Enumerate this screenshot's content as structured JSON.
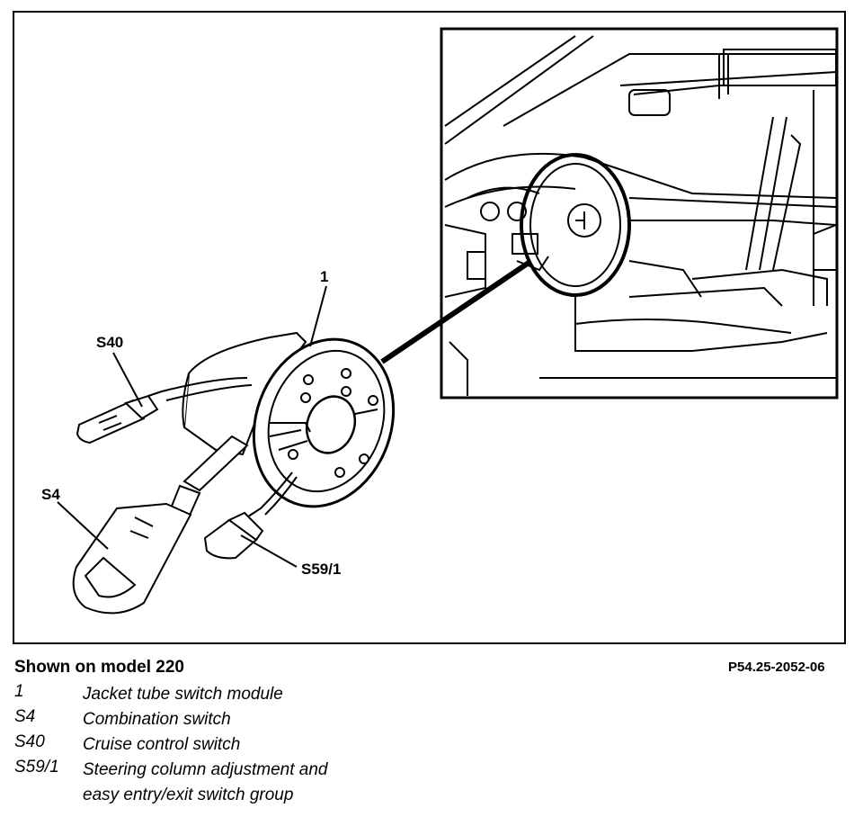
{
  "figure": {
    "callouts": {
      "module": "1",
      "cruise": "S40",
      "combination": "S4",
      "steering": "S59/1"
    }
  },
  "caption": {
    "title": "Shown on model 220",
    "reference": "P54.25-2052-06",
    "legend": [
      {
        "key": "1",
        "desc": "Jacket tube switch module"
      },
      {
        "key": "S4",
        "desc": "Combination switch"
      },
      {
        "key": "S40",
        "desc": "Cruise control switch"
      },
      {
        "key": "S59/1",
        "desc": "Steering column adjustment and",
        "desc2": "easy entry/exit switch group"
      }
    ]
  }
}
